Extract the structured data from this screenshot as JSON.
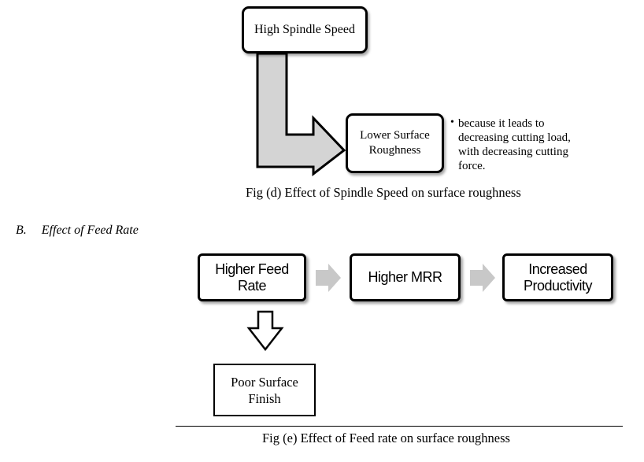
{
  "fig_d": {
    "box_top": "High Spindle Speed",
    "box_bottom": "Lower Surface\nRoughness",
    "bullet_marker": "•",
    "bullet_lines": [
      "because it leads to",
      "decreasing cutting load,",
      "with decreasing cutting",
      "force."
    ],
    "caption": "Fig (d) Effect of Spindle Speed on surface roughness"
  },
  "section_b": {
    "number": "B.",
    "title": "Effect of Feed Rate"
  },
  "fig_e": {
    "box_feed": "Higher Feed\nRate",
    "box_mrr": "Higher MRR",
    "box_productivity": "Increased\nProductivity",
    "box_finish": "Poor Surface\nFinish",
    "caption": "Fig (e) Effect of Feed rate on surface roughness"
  },
  "colors": {
    "elbow_arrow_fill": "#d4d4d4",
    "chevron_fill": "#c8c8c8"
  }
}
